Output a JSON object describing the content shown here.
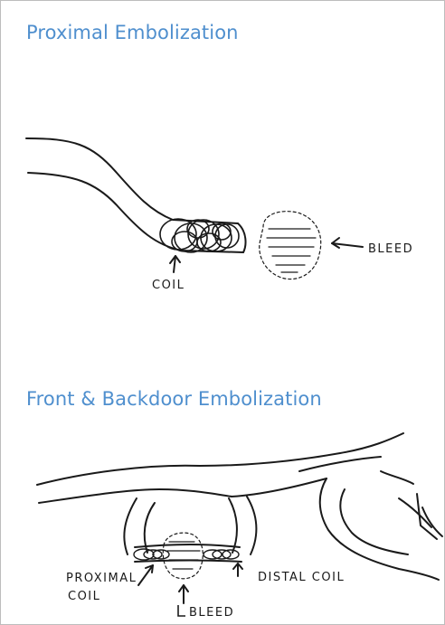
{
  "section1": {
    "title": "Proximal Embolization",
    "labels": {
      "coil": "COIL",
      "bleed": "BLEED"
    }
  },
  "section2": {
    "title": "Front & Backdoor Embolization",
    "labels": {
      "proximal_coil_line1": "PROXIMAL",
      "proximal_coil_line2": "COIL",
      "distal_coil": "DISTAL COIL",
      "bleed": "BLEED"
    }
  },
  "colors": {
    "title": "#4f8fce",
    "ink": "#1a1a1a"
  }
}
